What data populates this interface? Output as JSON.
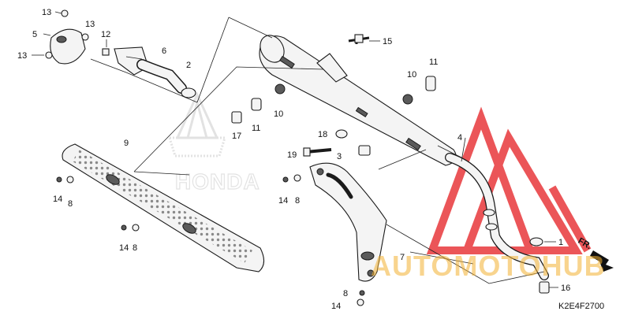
{
  "diagram": {
    "code": "K2E4F2700",
    "direction_label": "FR.",
    "background_logo": "HONDA",
    "callouts": {
      "c1": "1",
      "c2": "2",
      "c3": "3",
      "c4": "4",
      "c5": "5",
      "c6": "6",
      "c7": "7",
      "c8a": "8",
      "c8b": "8",
      "c8c": "8",
      "c8d": "8",
      "c9": "9",
      "c10a": "10",
      "c10b": "10",
      "c11a": "11",
      "c11b": "11",
      "c12": "12",
      "c13a": "13",
      "c13b": "13",
      "c13c": "13",
      "c14a": "14",
      "c14b": "14",
      "c14c": "14",
      "c14d": "14",
      "c15": "15",
      "c16": "16",
      "c17": "17",
      "c18": "18",
      "c19": "19"
    }
  },
  "watermark": {
    "brand": "AUTOMOTOHUB",
    "color": "#e8383b",
    "accent": "#f3b233"
  }
}
